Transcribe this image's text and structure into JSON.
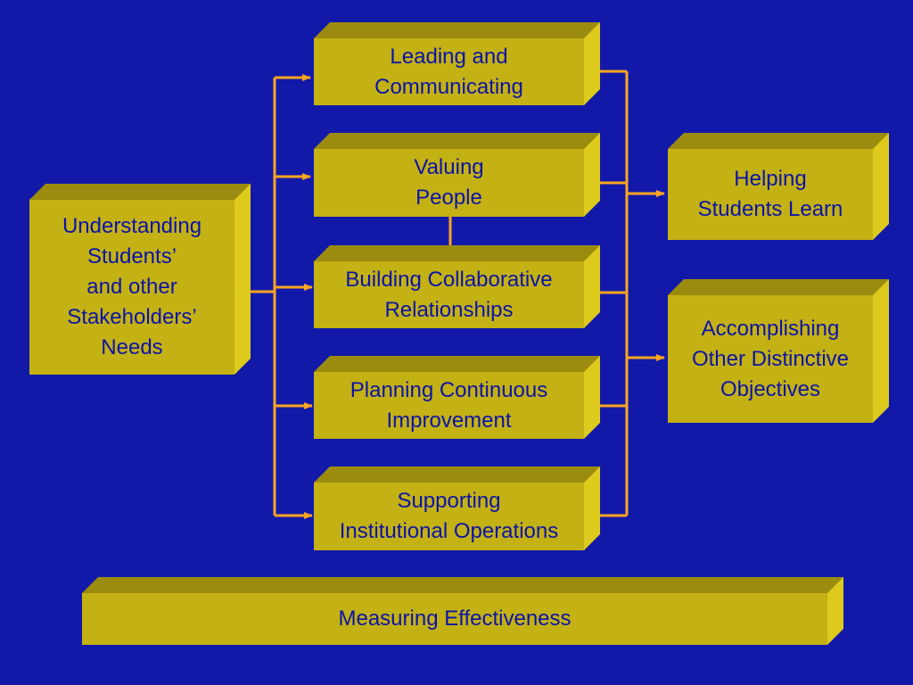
{
  "diagram": {
    "source_box": "Understanding\nStudents’\nand other\nStakeholders’\nNeeds",
    "process_boxes": [
      "Leading and\nCommunicating",
      "Valuing\nPeople",
      "Building Collaborative\nRelationships",
      "Planning Continuous\nImprovement",
      "Supporting\nInstitutional Operations"
    ],
    "outcome_boxes": [
      "Helping\nStudents Learn",
      "Accomplishing\nOther Distinctive\nObjectives"
    ],
    "foundation_box": "Measuring Effectiveness"
  },
  "colors": {
    "background": "#1219a8",
    "box_face": "#c4b114",
    "box_top": "#9b8b0e",
    "box_side": "#ddca1c",
    "connector": "#ffa51f",
    "text": "#0b14a8"
  }
}
